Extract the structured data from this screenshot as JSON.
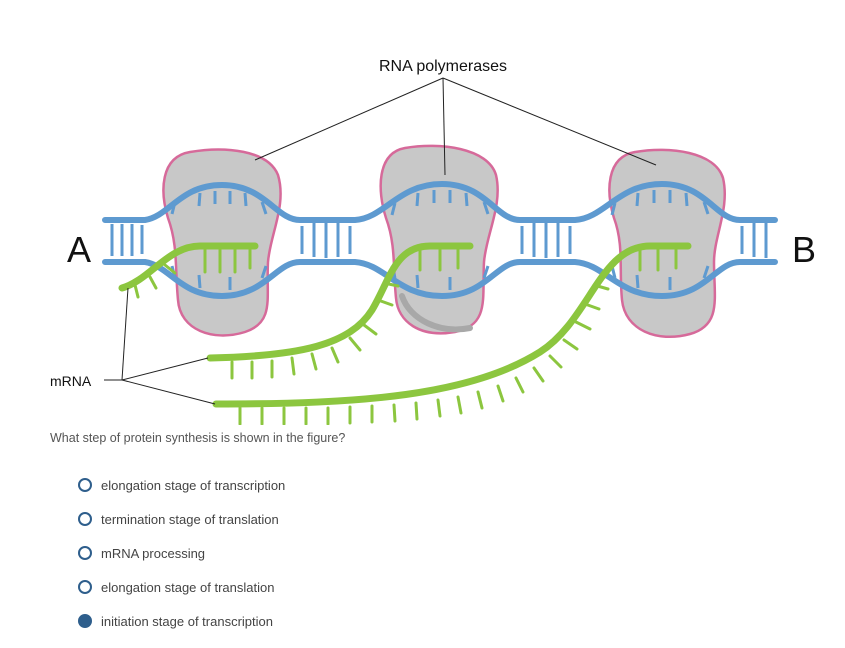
{
  "figure": {
    "labels": {
      "polymerases": "RNA polymerases",
      "mrna": "mRNA",
      "end_a": "A",
      "end_b": "B"
    },
    "colors": {
      "dna": "#5e9ad0",
      "mrna": "#8cc63f",
      "polymerase_fill": "#c8c8c8",
      "polymerase_outline": "#d66a9a"
    }
  },
  "question": {
    "text": "What step of protein synthesis is shown in the figure?",
    "options": [
      {
        "label": "elongation stage of transcription",
        "selected": false
      },
      {
        "label": "termination stage of translation",
        "selected": false
      },
      {
        "label": "mRNA processing",
        "selected": false
      },
      {
        "label": "elongation stage of translation",
        "selected": false
      },
      {
        "label": "initiation stage of transcription",
        "selected": true
      }
    ]
  }
}
